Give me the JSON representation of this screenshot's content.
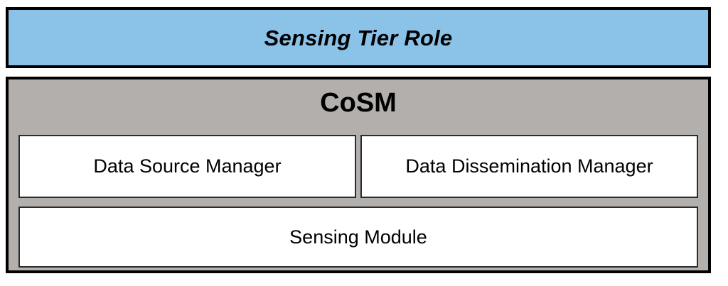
{
  "diagram": {
    "tier_banner": {
      "label": "Sensing Tier Role",
      "fill_color": "#8ac2e8",
      "border_color": "#000000"
    },
    "cosm": {
      "title": "CoSM",
      "fill_color": "#b2afad",
      "border_color": "#000000",
      "modules": [
        {
          "label": "Data Source Manager"
        },
        {
          "label": "Data Dissemination Manager"
        },
        {
          "label": "Sensing Module"
        }
      ]
    }
  }
}
